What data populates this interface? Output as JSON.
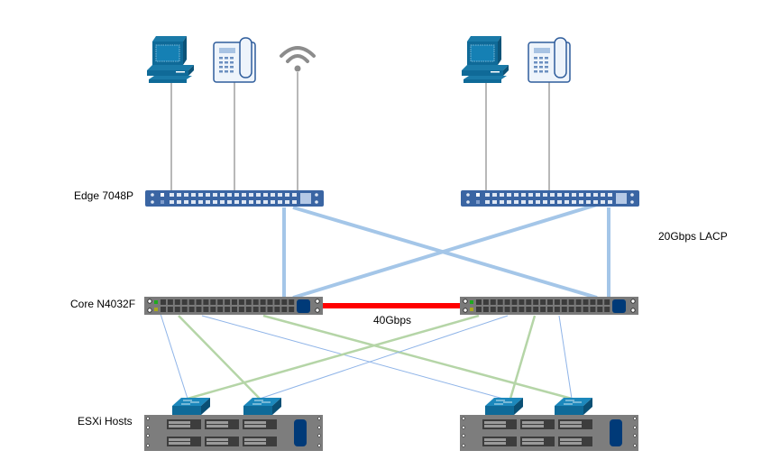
{
  "diagram": {
    "tiers": {
      "edge_label": "Edge 7048P",
      "core_label": "Core N4032F",
      "hosts_label": "ESXi Hosts"
    },
    "link_labels": {
      "core_interconnect": "40Gbps",
      "edge_uplinks": "20Gbps LACP"
    },
    "endpoints": [
      {
        "type": "workstation",
        "site": "left"
      },
      {
        "type": "ip-phone",
        "site": "left"
      },
      {
        "type": "wireless-ap",
        "site": "left"
      },
      {
        "type": "workstation",
        "site": "right"
      },
      {
        "type": "ip-phone",
        "site": "right"
      }
    ],
    "devices": [
      {
        "type": "edge-switch",
        "name": "Edge 7048P",
        "site": "left"
      },
      {
        "type": "edge-switch",
        "name": "Edge 7048P",
        "site": "right"
      },
      {
        "type": "core-switch",
        "name": "Core N4032F",
        "site": "left"
      },
      {
        "type": "core-switch",
        "name": "Core N4032F",
        "site": "right"
      },
      {
        "type": "esxi-host",
        "name": "ESXi Hosts",
        "site": "left"
      },
      {
        "type": "esxi-host",
        "name": "ESXi Hosts",
        "site": "right"
      }
    ],
    "colors": {
      "edge_switch": "#3a65a3",
      "edge_port": "#dfe7f3",
      "core_switch": "#7a7a7a",
      "core_port": "#3c3c3c",
      "core_badge": "#003a78",
      "uplink": "#a4c6e8",
      "interconnect": "#ff0000",
      "host_link_green": "#b5d5a7",
      "host_link_blue": "#8fb4e8",
      "endpoint_line": "#a0a0a0",
      "icon_teal": "#0f6a98",
      "host_switch": "#1a6fa0",
      "server": "#7d7d7d"
    }
  }
}
